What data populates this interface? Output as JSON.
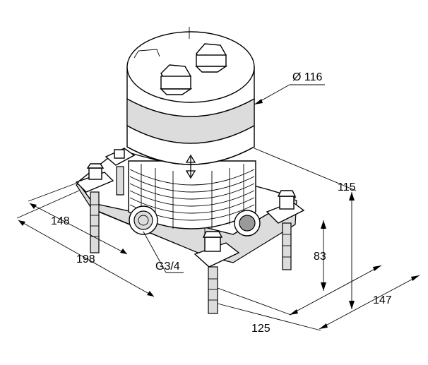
{
  "labels": {
    "diameter": "Ø 116",
    "height_total": "115",
    "height_83": "83",
    "width_148": "148",
    "width_198": "198",
    "depth_125": "125",
    "depth_147": "147",
    "thread": "G3/4"
  }
}
